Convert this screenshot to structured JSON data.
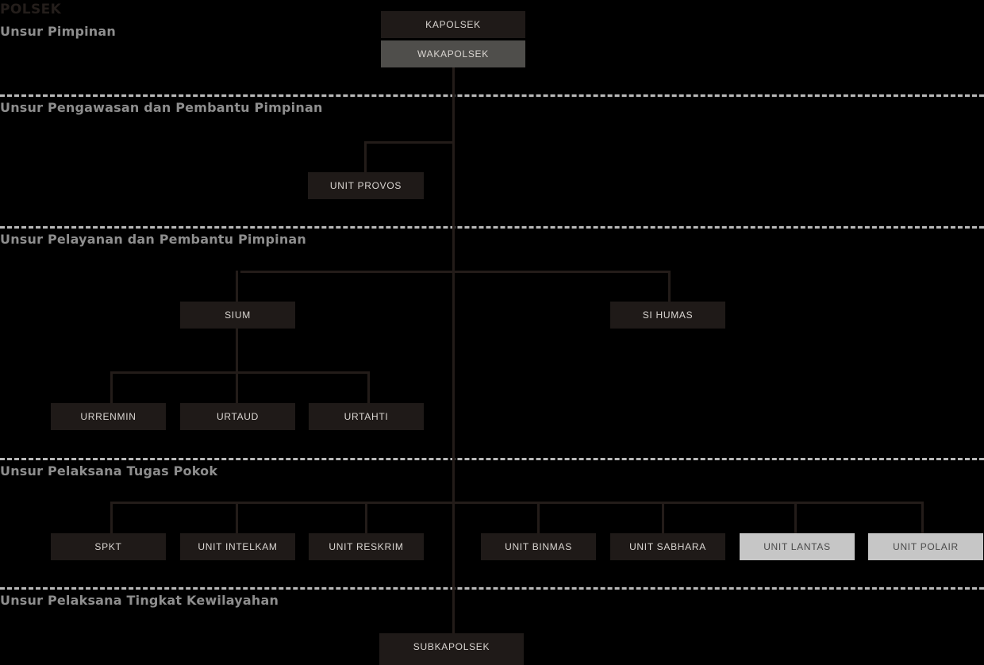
{
  "chart_data": {
    "type": "diagram",
    "title": "POLSEK",
    "sections": [
      {
        "label": "Unsur Pimpinan"
      },
      {
        "label": "Unsur Pengawasan dan Pembantu Pimpinan"
      },
      {
        "label": "Unsur Pelayanan dan Pembantu Pimpinan"
      },
      {
        "label": "Unsur Pelaksana Tugas Pokok"
      },
      {
        "label": "Unsur Pelaksana Tingkat Kewilayahan"
      }
    ],
    "nodes": {
      "kapolsek": "KAPOLSEK",
      "wakapolsek": "WAKAPOLSEK",
      "unit_provos": "UNIT PROVOS",
      "sium": "SIUM",
      "si_humas": "SI HUMAS",
      "urrenmin": "URRENMIN",
      "urtaud": "URTAUD",
      "urtahti": "URTAHTI",
      "spkt": "SPKT",
      "unit_intelkam": "UNIT INTELKAM",
      "unit_reskrim": "UNIT RESKRIM",
      "unit_binmas": "UNIT BINMAS",
      "unit_sabhara": "UNIT SABHARA",
      "unit_lantas": "UNIT LANTAS",
      "unit_polair": "UNIT POLAIR",
      "subkapolsek": "SUBKAPOLSEK"
    },
    "colors": {
      "background": "#000000",
      "node_dark": "#1f1a18",
      "node_gray": "#4f4e4b",
      "node_light": "#c6c6c6",
      "connector": "#231c19",
      "divider": "#b9b9b9",
      "section_label": "#8e8e8e",
      "node_text_light": "#d9d5d1",
      "node_text_dark": "#4a4a4a"
    }
  }
}
